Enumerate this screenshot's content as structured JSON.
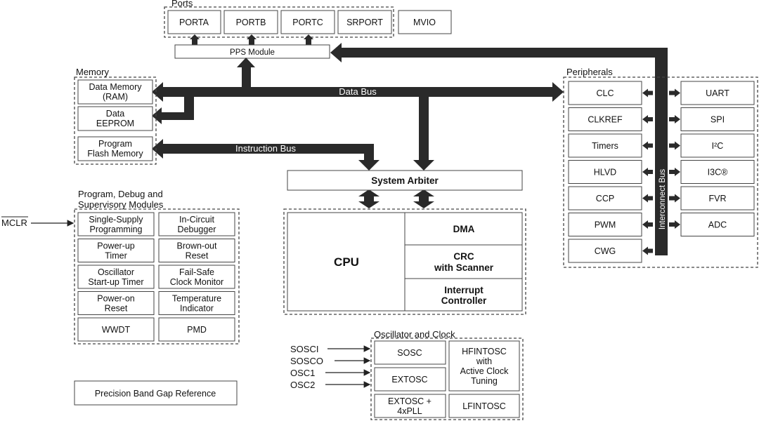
{
  "groups": {
    "ports": "Ports",
    "memory": "Memory",
    "peripherals": "Peripherals",
    "program_debug_line1": "Program, Debug and",
    "program_debug_line2": "Supervisory Modules",
    "oscillator": "Oscillator and Clock"
  },
  "ports": [
    "PORTA",
    "PORTB",
    "PORTC",
    "SRPORT",
    "MVIO"
  ],
  "pps_module": "PPS Module",
  "memory": {
    "data_memory": [
      "Data Memory",
      "(RAM)"
    ],
    "eeprom": [
      "Data",
      "EEPROM"
    ],
    "flash": [
      "Program",
      "Flash Memory"
    ]
  },
  "buses": {
    "data_bus": "Data Bus",
    "instruction_bus": "Instruction Bus",
    "interconnect_bus": "Interconnect Bus"
  },
  "system_arbiter": "System Arbiter",
  "core": {
    "cpu": "CPU",
    "dma": "DMA",
    "crc": [
      "CRC",
      "with Scanner"
    ],
    "interrupt": [
      "Interrupt",
      "Controller"
    ]
  },
  "peripherals_left": [
    "CLC",
    "CLKREF",
    "Timers",
    "HLVD",
    "CCP",
    "PWM",
    "CWG"
  ],
  "peripherals_right": [
    "UART",
    "SPI",
    "I²C",
    "I3C®",
    "FVR",
    "ADC"
  ],
  "supervisory": [
    [
      "Single-Supply",
      "Programming"
    ],
    [
      "In-Circuit",
      "Debugger"
    ],
    [
      "Power-up",
      "Timer"
    ],
    [
      "Brown-out",
      "Reset"
    ],
    [
      "Oscillator",
      "Start-up Timer"
    ],
    [
      "Fail-Safe",
      "Clock Monitor"
    ],
    [
      "Power-on",
      "Reset"
    ],
    [
      "Temperature",
      "Indicator"
    ],
    [
      "WWDT"
    ],
    [
      "PMD"
    ]
  ],
  "mclr": "MCLR",
  "precision_band_gap": "Precision Band Gap Reference",
  "oscillator": {
    "pins": [
      "SOSCI",
      "SOSCO",
      "OSC1",
      "OSC2"
    ],
    "sosc": "SOSC",
    "extosc": "EXTOSC",
    "extosc_pll": [
      "EXTOSC +",
      "4xPLL"
    ],
    "hfintosc": [
      "HFINTOSC",
      "with",
      "Active Clock",
      "Tuning"
    ],
    "lfintosc": "LFINTOSC"
  }
}
